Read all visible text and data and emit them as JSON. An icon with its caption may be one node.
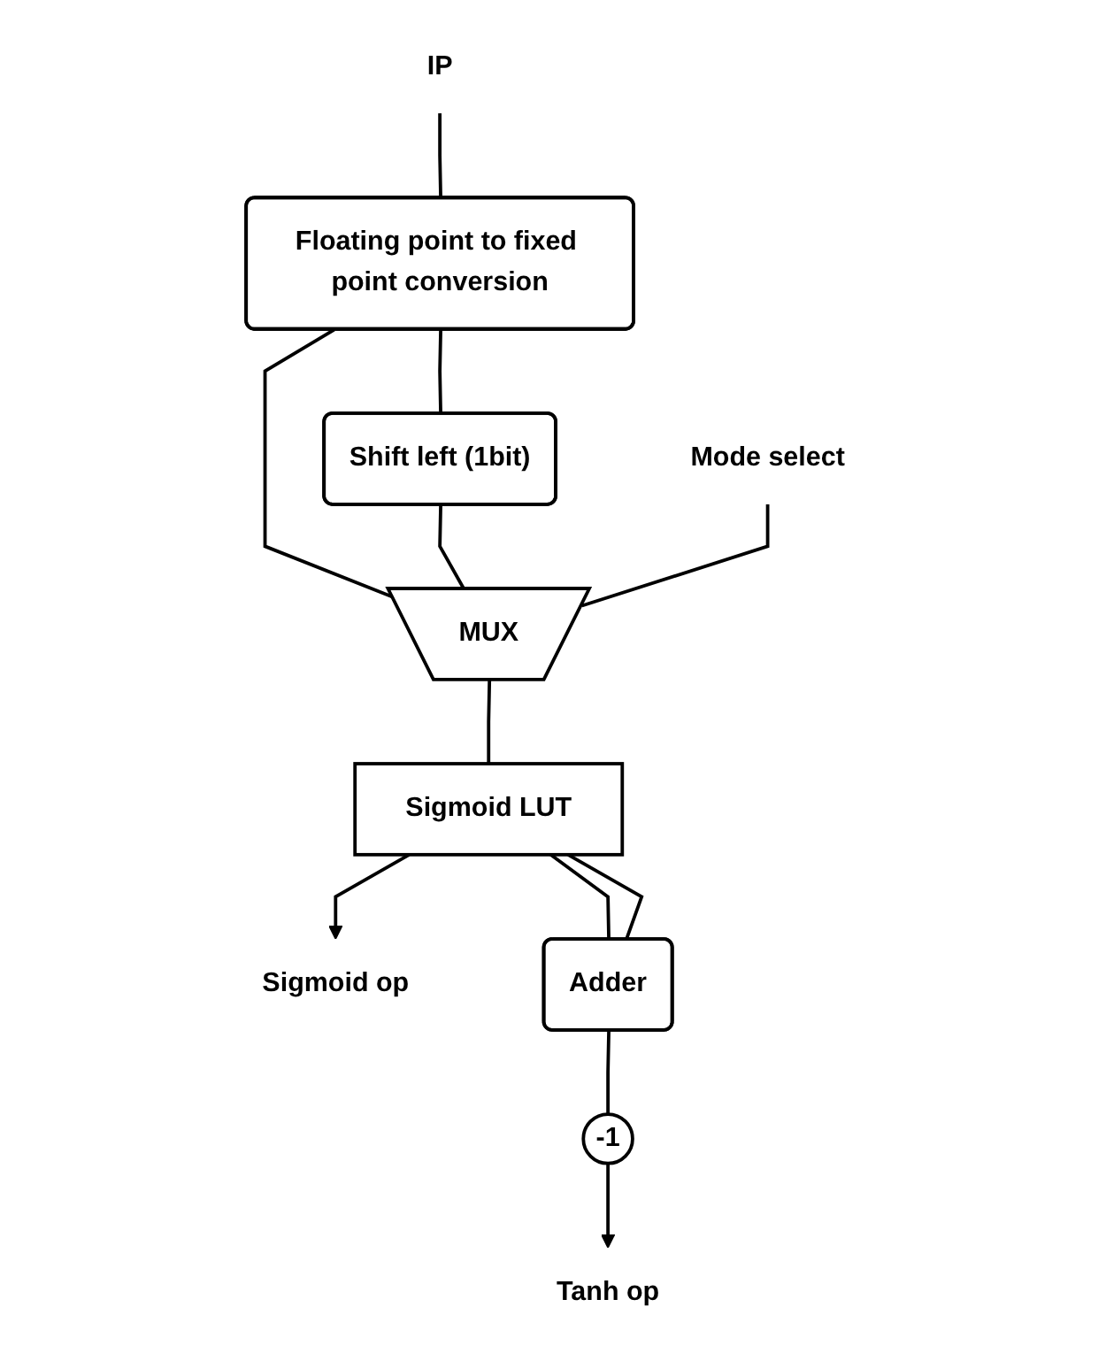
{
  "diagram": {
    "nodes": [
      {
        "text": [
          "IP"
        ]
      },
      {
        "text": [
          "Floating point to fixed point conversion"
        ]
      },
      {
        "text": [
          "Shift left (1bit)"
        ]
      },
      {
        "text": [
          "MUX"
        ]
      },
      {
        "text": [
          "Mode select"
        ]
      },
      {
        "text": [
          "Sigmoid LUT"
        ]
      },
      {
        "text": [
          "Sigmoid op"
        ]
      },
      {
        "text": [
          "Adder"
        ]
      },
      {
        "text": [
          "-1"
        ]
      },
      {
        "text": [
          "Tanh op"
        ]
      }
    ],
    "edges": [
      {
        "from": 0,
        "to": 1,
        "arrow": "none"
      },
      {
        "from": 1,
        "to": 3,
        "arrow": "none"
      },
      {
        "from": 1,
        "to": 2,
        "arrow": "none"
      },
      {
        "from": 2,
        "to": 3,
        "arrow": "none"
      },
      {
        "from": 4,
        "to": 3,
        "arrow": "none"
      },
      {
        "from": 3,
        "to": 5,
        "arrow": "none"
      },
      {
        "from": 5,
        "to": 6,
        "arrow": "to"
      },
      {
        "from": 5,
        "to": 7,
        "arrow": "none"
      },
      {
        "from": 5,
        "to": 7,
        "arrow": "none"
      },
      {
        "from": 7,
        "to": 8,
        "arrow": "none"
      },
      {
        "from": 8,
        "to": 9,
        "arrow": "to"
      }
    ]
  }
}
